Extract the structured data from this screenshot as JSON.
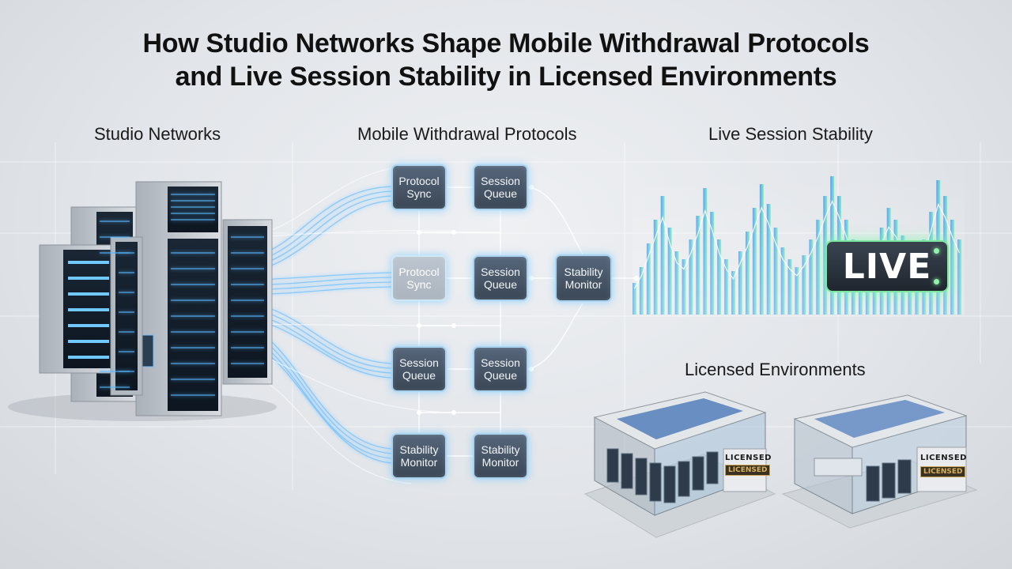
{
  "title_line1": "How Studio Networks Shape Mobile Withdrawal Protocols",
  "title_line2": "and Live Session Stability in Licensed Environments",
  "sections": {
    "studio": "Studio Networks",
    "mobile": "Mobile Withdrawal Protocols",
    "live": "Live Session Stability",
    "licensed": "Licensed Environments"
  },
  "nodes": {
    "r1c1": "Protocol\nSync",
    "r1c2": "Session\nQueue",
    "r2c1": "Protocol\nSync",
    "r2c2": "Session\nQueue",
    "r2c3": "Stability\nMonitor",
    "r3c1": "Session\nQueue",
    "r3c2": "Session\nQueue",
    "r4c1": "Stability\nMonitor",
    "r4c2": "Stability\nMonitor"
  },
  "live_badge": "LIVE",
  "signs": {
    "left_top": "LICENSED",
    "left_bottom": "LICENSED",
    "right_top": "LICENSED",
    "right_bottom": "LICENSED"
  },
  "colors": {
    "node_border": "#a9d3ef",
    "glow_blue": "#4fb3ff",
    "bar_blue": "#3fa4ff",
    "bar_green": "#6ff29a",
    "live_border": "#7fe6a0"
  },
  "icons": [
    "server-rack-icon",
    "fiber-cable-icon",
    "live-badge-icon",
    "licensed-building-icon"
  ]
}
